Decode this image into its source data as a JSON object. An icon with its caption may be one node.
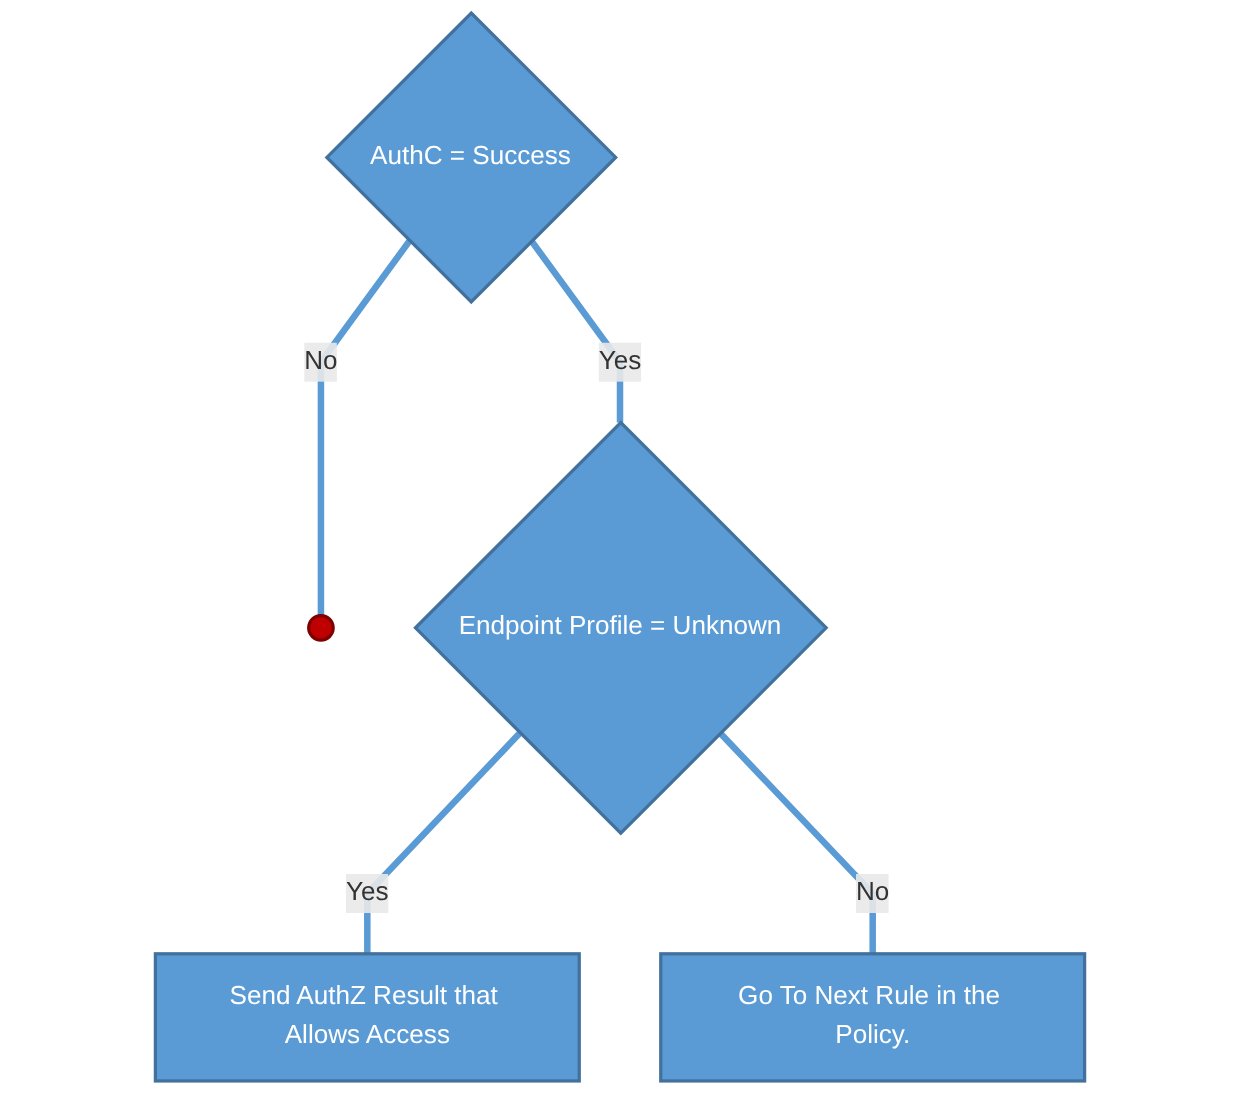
{
  "diagram": {
    "nodes": [
      {
        "text": [],
        "shape": "circle"
      },
      {
        "text": [
          "AuthC = Success"
        ]
      },
      {
        "text": [
          "Endpoint Profile = Unknown"
        ]
      },
      {
        "text": [
          "Send AuthZ Result that Allows Access"
        ]
      },
      {
        "text": [
          "Go To Next Rule in the Policy."
        ]
      }
    ],
    "edges": [
      {
        "from": 1,
        "to": 0,
        "label": "No",
        "arrow": "none"
      },
      {
        "from": 1,
        "to": 2,
        "label": "Yes",
        "arrow": "none"
      },
      {
        "from": 2,
        "to": 3,
        "label": "Yes",
        "arrow": "none"
      },
      {
        "from": 2,
        "to": 4,
        "label": "No",
        "arrow": "none"
      }
    ]
  }
}
